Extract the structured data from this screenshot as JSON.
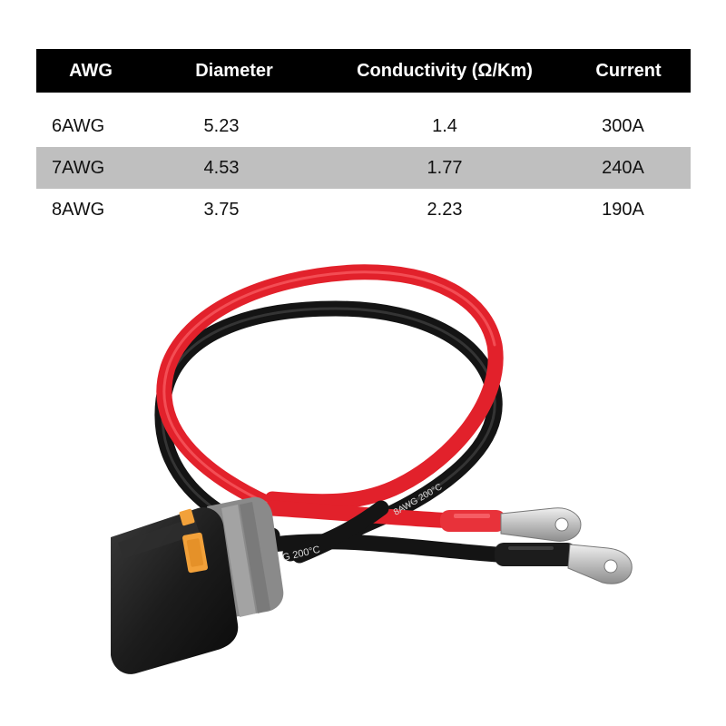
{
  "table": {
    "headers": [
      "AWG",
      "Diameter",
      "Conductivity (Ω/Km)",
      "Current"
    ],
    "rows": [
      [
        "6AWG",
        "5.23",
        "1.4",
        "300A"
      ],
      [
        "7AWG",
        "4.53",
        "1.77",
        "240A"
      ],
      [
        "8AWG",
        "3.75",
        "2.23",
        "190A"
      ]
    ],
    "header_bg": "#000000",
    "header_text": "#ffffff",
    "shaded_row_bg": "#bfbfbf"
  },
  "product": {
    "cable_print_red": "8AWG 200°C",
    "cable_print_black": "G 200°C",
    "cable_colors": {
      "red": "#e2212b",
      "black": "#141414"
    },
    "connector_color": "#1c1c1c",
    "connector_latch_color": "#8a8a8a",
    "connector_tab_color": "#f2a13a",
    "lug_color": "#c9c9c9"
  }
}
